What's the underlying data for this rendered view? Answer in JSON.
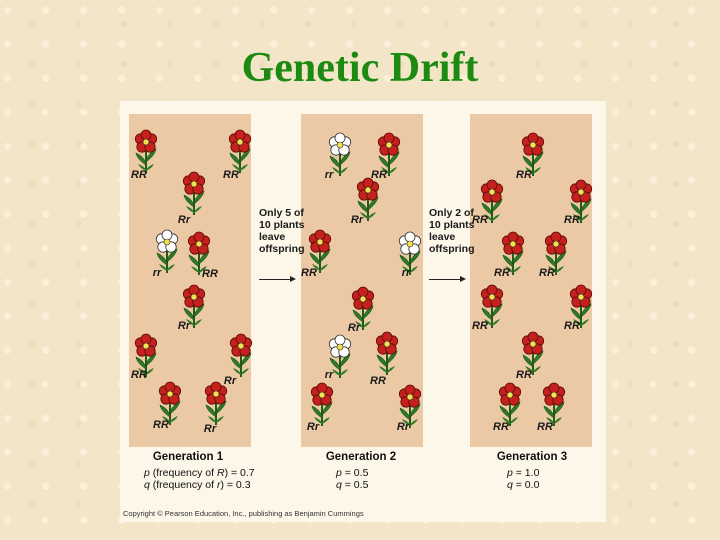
{
  "title": "Genetic Drift",
  "colors": {
    "title": "#1d8a12",
    "red_flower": "#c4211c",
    "white_flower": "#ffffff",
    "panel": "#ebc9a4"
  },
  "panels": [
    {
      "generation": "Generation 1",
      "plants": [
        {
          "genotype": "RR",
          "flower": "red"
        },
        {
          "genotype": "RR",
          "flower": "red"
        },
        {
          "genotype": "Rr",
          "flower": "red"
        },
        {
          "genotype": "rr",
          "flower": "white"
        },
        {
          "genotype": "RR",
          "flower": "red"
        },
        {
          "genotype": "Rr",
          "flower": "red"
        },
        {
          "genotype": "RR",
          "flower": "red"
        },
        {
          "genotype": "Rr",
          "flower": "red"
        },
        {
          "genotype": "RR",
          "flower": "red"
        },
        {
          "genotype": "Rr",
          "flower": "red"
        }
      ],
      "freq_lines": [
        {
          "sym": "p",
          "paren_open": " (frequency of ",
          "allele": "R",
          "paren_close": ")",
          "eq": " = 0.7"
        },
        {
          "sym": "q",
          "paren_open": " (frequency of ",
          "allele": "r",
          "paren_close": ")",
          "eq": " = 0.3"
        }
      ]
    },
    {
      "generation": "Generation 2",
      "plants": [
        {
          "genotype": "rr",
          "flower": "white"
        },
        {
          "genotype": "RR",
          "flower": "red"
        },
        {
          "genotype": "Rr",
          "flower": "red"
        },
        {
          "genotype": "RR",
          "flower": "red"
        },
        {
          "genotype": "rr",
          "flower": "white"
        },
        {
          "genotype": "Rr",
          "flower": "red"
        },
        {
          "genotype": "rr",
          "flower": "white"
        },
        {
          "genotype": "RR",
          "flower": "red"
        },
        {
          "genotype": "Rr",
          "flower": "red"
        },
        {
          "genotype": "Rr",
          "flower": "red"
        }
      ],
      "freq_lines": [
        {
          "sym": "p",
          "eq": " = 0.5"
        },
        {
          "sym": "q",
          "eq": " = 0.5"
        }
      ]
    },
    {
      "generation": "Generation 3",
      "plants": [
        {
          "genotype": "RR",
          "flower": "red"
        },
        {
          "genotype": "RR",
          "flower": "red"
        },
        {
          "genotype": "RR",
          "flower": "red"
        },
        {
          "genotype": "RR",
          "flower": "red"
        },
        {
          "genotype": "RR",
          "flower": "red"
        },
        {
          "genotype": "RR",
          "flower": "red"
        },
        {
          "genotype": "RR",
          "flower": "red"
        },
        {
          "genotype": "RR",
          "flower": "red"
        },
        {
          "genotype": "RR",
          "flower": "red"
        },
        {
          "genotype": "RR",
          "flower": "red"
        }
      ],
      "freq_lines": [
        {
          "sym": "p",
          "eq": " = 1.0"
        },
        {
          "sym": "q",
          "eq": " = 0.0"
        }
      ]
    }
  ],
  "transitions": [
    {
      "text": "Only 5 of\n10 plants\nleave\noffspring"
    },
    {
      "text": "Only 2 of\n10 plants\nleave\noffspring"
    }
  ],
  "copyright": "Copyright © Pearson Education, Inc., publishing as Benjamin Cummings"
}
